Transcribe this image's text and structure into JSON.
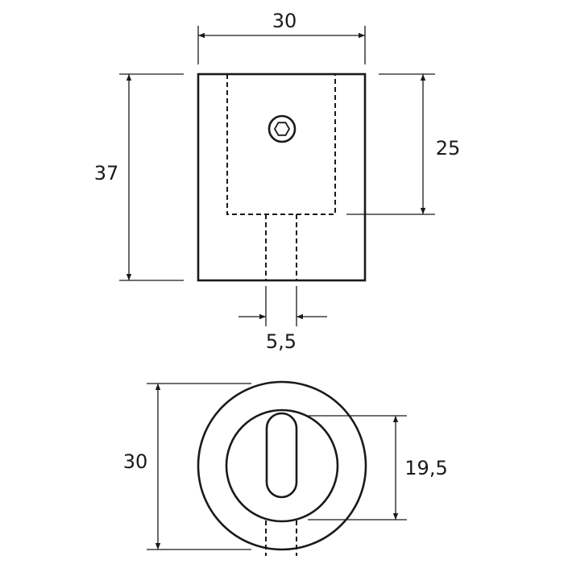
{
  "side_view": {
    "width_label": "30",
    "height_label": "37",
    "socket_depth_label": "25",
    "bore_label": "5,5"
  },
  "top_view": {
    "diameter_label": "30",
    "inner_diameter_label": "19,5"
  },
  "colors": {
    "line": "#1a1a1a",
    "background": "#ffffff"
  }
}
